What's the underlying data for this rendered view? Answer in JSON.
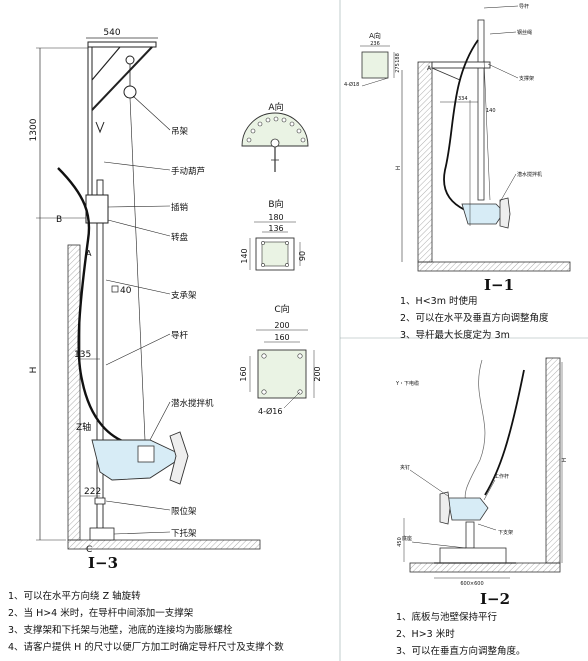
{
  "panel_i3": {
    "dim_top": "540",
    "dim_height_1300": "1300",
    "dim_h": "H",
    "dim_135": "135",
    "dim_222": "222",
    "dim_40": "40",
    "label_c": "C",
    "label_b": "B",
    "label_a": "A",
    "label_z": "Z轴",
    "callouts": [
      "吊架",
      "手动葫芦",
      "插销",
      "转盘",
      "支承架",
      "导杆",
      "潜水搅拌机",
      "限位架",
      "下托架"
    ],
    "title": "I−3",
    "notes": [
      "1、可以在水平方向绕 Z 轴旋转",
      "2、当 H>4 米时，在导杆中间添加一支撑架",
      "3、支撑架和下托架与池壁，池底的连接均为膨胀螺栓",
      "4、请客户提供 H 的尺寸以便厂方加工时确定导杆尺寸及支撑个数"
    ]
  },
  "views": {
    "a_title": "A向",
    "b_title": "B向",
    "b_dim_180": "180",
    "b_dim_136": "136",
    "b_dim_140": "140",
    "b_dim_90": "90",
    "c_title": "C向",
    "c_dim_200_top": "200",
    "c_dim_160_top": "160",
    "c_dim_160_side": "160",
    "c_dim_200_side": "200",
    "c_holes": "4-Ø16"
  },
  "panel_i1": {
    "small_view_title": "A向",
    "small_dims": [
      "236",
      "275",
      "188"
    ],
    "small_holes": "4-Ø18",
    "callouts": [
      "导杆",
      "钢丝绳",
      "支撑架",
      "潜水搅拌机"
    ],
    "dim_h": "H",
    "label_a": "A",
    "dim_334": "334",
    "dim_140": "140",
    "title": "I−1",
    "notes": [
      "1、H<3m 时使用",
      "2、可以在水平及垂直方向调整角度",
      "3、导杆最大长度定为 3m"
    ]
  },
  "panel_i2": {
    "cable_label": "Y・下电缆",
    "callouts": [
      "夹钉",
      "工作杆",
      "下支架",
      "底座"
    ],
    "dim_h": "H",
    "dim_base": "600×600",
    "dim_side": "450",
    "title": "I−2",
    "notes": [
      "1、底板与池壁保持平行",
      "2、H>3 米时",
      "3、可以在垂直方向调整角度。"
    ]
  }
}
